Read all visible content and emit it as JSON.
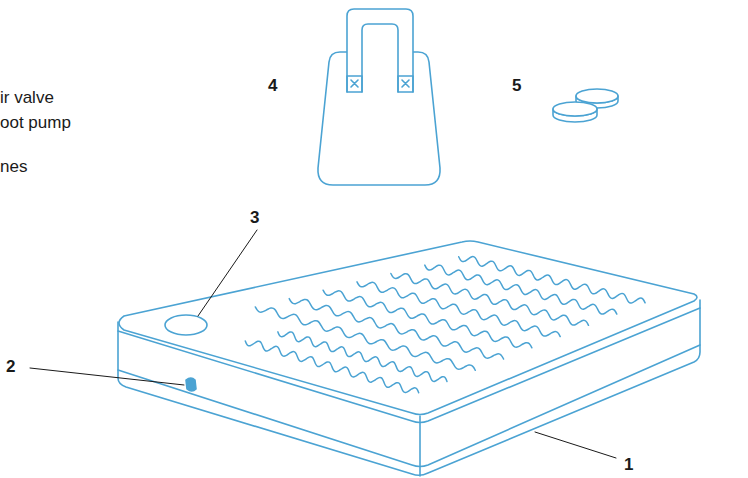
{
  "diagram": {
    "labels": [
      "4",
      "5",
      "ir valve",
      "oot pump",
      "nes",
      "3",
      "2",
      "1"
    ]
  }
}
